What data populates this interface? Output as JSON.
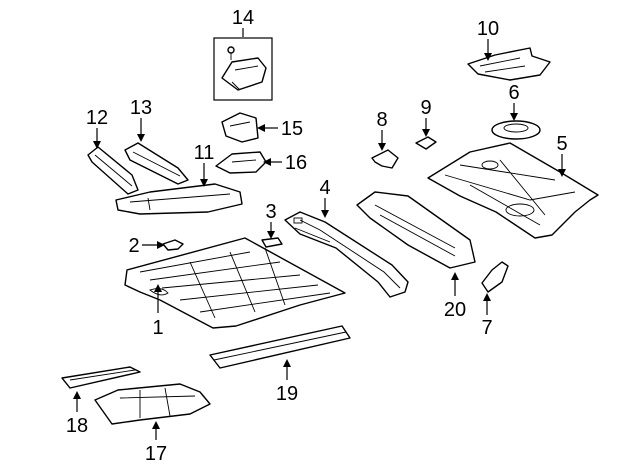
{
  "callouts": [
    {
      "id": "1",
      "text": "1"
    },
    {
      "id": "2",
      "text": "2"
    },
    {
      "id": "3",
      "text": "3"
    },
    {
      "id": "4",
      "text": "4"
    },
    {
      "id": "5",
      "text": "5"
    },
    {
      "id": "6",
      "text": "6"
    },
    {
      "id": "7",
      "text": "7"
    },
    {
      "id": "8",
      "text": "8"
    },
    {
      "id": "9",
      "text": "9"
    },
    {
      "id": "10",
      "text": "10"
    },
    {
      "id": "11",
      "text": "11"
    },
    {
      "id": "12",
      "text": "12"
    },
    {
      "id": "13",
      "text": "13"
    },
    {
      "id": "14",
      "text": "14"
    },
    {
      "id": "15",
      "text": "15"
    },
    {
      "id": "16",
      "text": "16"
    },
    {
      "id": "17",
      "text": "17"
    },
    {
      "id": "18",
      "text": "18"
    },
    {
      "id": "19",
      "text": "19"
    },
    {
      "id": "20",
      "text": "20"
    }
  ],
  "colors": {
    "line": "#000000",
    "background": "#ffffff"
  }
}
